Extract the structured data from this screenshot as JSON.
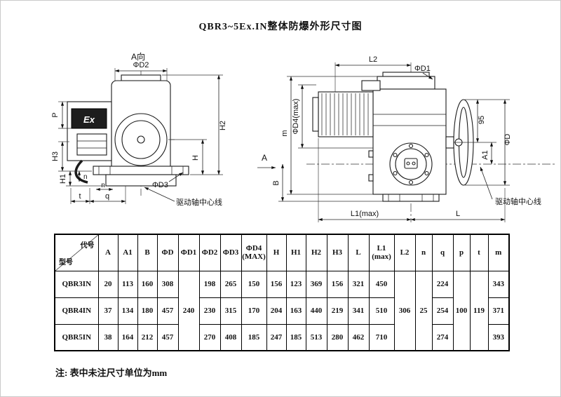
{
  "page": {
    "title": "QBR3~5Ex.IN整体防爆外形尺寸图",
    "note": "注: 表中未注尺寸单位为mm"
  },
  "front_view": {
    "view_label": "A向",
    "ex_label": "Ex",
    "axis_label": "驱动轴中心线",
    "dims": {
      "d2": "ΦD2",
      "p": "P",
      "h2": "H2",
      "h": "H",
      "h3": "H3",
      "h1": "H1",
      "n1": "n",
      "n2": "n",
      "t": "t",
      "q": "q",
      "d3": "ΦD3"
    }
  },
  "side_view": {
    "axis_label": "驱动轴中心线",
    "dims": {
      "l2": "L2",
      "d1": "ΦD1",
      "d4": "ΦD4(max)",
      "m": "m",
      "w95": "95",
      "d": "ΦD",
      "a1": "A1",
      "a": "A",
      "b": "B",
      "l1": "L1(max)",
      "l": "L"
    }
  },
  "table": {
    "corner": {
      "top": "代号",
      "bottom": "型号"
    },
    "headers": [
      "A",
      "A1",
      "B",
      "ΦD",
      "ΦD1",
      "ΦD2",
      "ΦD3",
      "ΦD4\n(MAX)",
      "H",
      "H1",
      "H2",
      "H3",
      "L",
      "L1\n(max)",
      "L2",
      "n",
      "q",
      "p",
      "t",
      "m"
    ],
    "merged": {
      "D1": "240",
      "L2": "306",
      "n": "25",
      "p": "100",
      "t": "119"
    },
    "rows": [
      {
        "model": "QBR3IN",
        "A": "20",
        "A1": "113",
        "B": "160",
        "D": "308",
        "D2": "198",
        "D3": "265",
        "D4": "150",
        "H": "156",
        "H1": "123",
        "H2": "369",
        "H3": "156",
        "L": "321",
        "L1": "450",
        "q": "224",
        "m": "343"
      },
      {
        "model": "QBR4IN",
        "A": "37",
        "A1": "134",
        "B": "180",
        "D": "457",
        "D2": "230",
        "D3": "315",
        "D4": "170",
        "H": "204",
        "H1": "163",
        "H2": "440",
        "H3": "219",
        "L": "341",
        "L1": "510",
        "q": "254",
        "m": "371"
      },
      {
        "model": "QBR5IN",
        "A": "38",
        "A1": "164",
        "B": "212",
        "D": "457",
        "D2": "270",
        "D3": "408",
        "D4": "185",
        "H": "247",
        "H1": "185",
        "H2": "513",
        "H3": "280",
        "L": "462",
        "L1": "710",
        "q": "274",
        "m": "393"
      }
    ]
  }
}
